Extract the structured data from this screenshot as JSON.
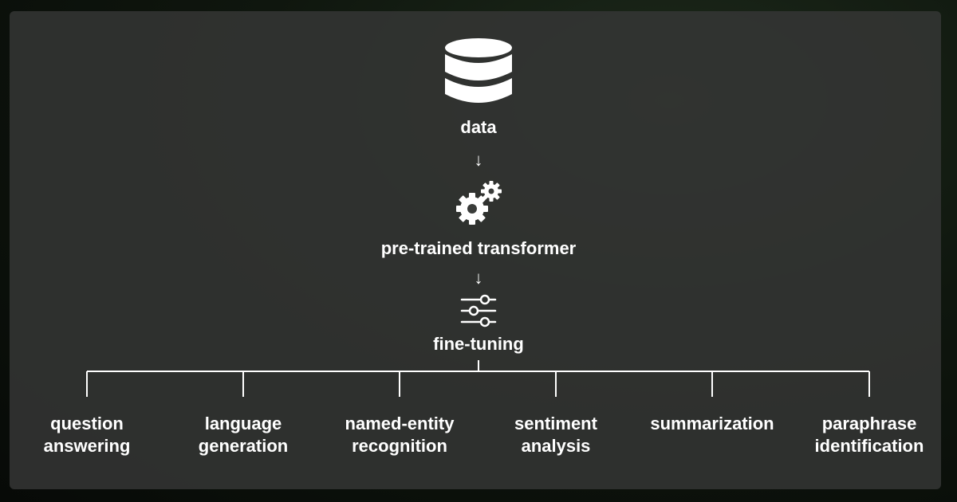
{
  "diagram": {
    "data_label": "data",
    "model_label": "pre-trained transformer",
    "finetune_label": "fine-tuning",
    "arrow_glyph": "↓",
    "tasks": [
      {
        "line1": "question",
        "line2": "answering"
      },
      {
        "line1": "language",
        "line2": "generation"
      },
      {
        "line1": "named-entity",
        "line2": "recognition"
      },
      {
        "line1": "sentiment",
        "line2": "analysis"
      },
      {
        "line1": "summarization",
        "line2": ""
      },
      {
        "line1": "paraphrase",
        "line2": "identification"
      }
    ]
  },
  "icons": {
    "data": "database-icon",
    "model": "gears-icon",
    "finetune": "sliders-icon"
  },
  "colors": {
    "foreground": "#ffffff",
    "panel": "#343634",
    "background": "#0f160e"
  }
}
